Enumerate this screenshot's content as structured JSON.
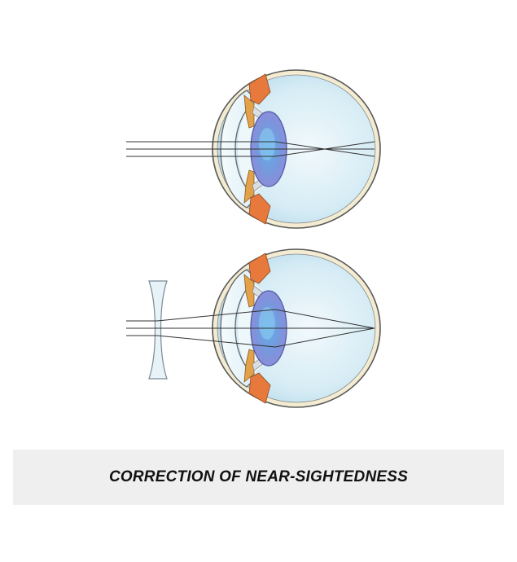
{
  "caption": {
    "text": "CORRECTION OF NEAR-SIGHTEDNESS"
  },
  "diagram": {
    "panels": [
      {
        "name": "uncorrected-eye",
        "has_corrective_lens": false,
        "rays_converge": "before-retina"
      },
      {
        "name": "corrected-eye",
        "has_corrective_lens": true,
        "corrective_lens_type": "concave",
        "rays_converge": "on-retina"
      }
    ],
    "colors": {
      "vitreous": "#cfe8f3",
      "sclera_outline": "#555555",
      "retina_band": "#f1ead0",
      "lens": "#6f8fd8",
      "iris": "#e8793d",
      "ciliary": "#e3a24a",
      "ray": "#333333",
      "caption_bar": "#efefef"
    },
    "icons": [
      "eye-cross-section",
      "concave-lens"
    ]
  }
}
